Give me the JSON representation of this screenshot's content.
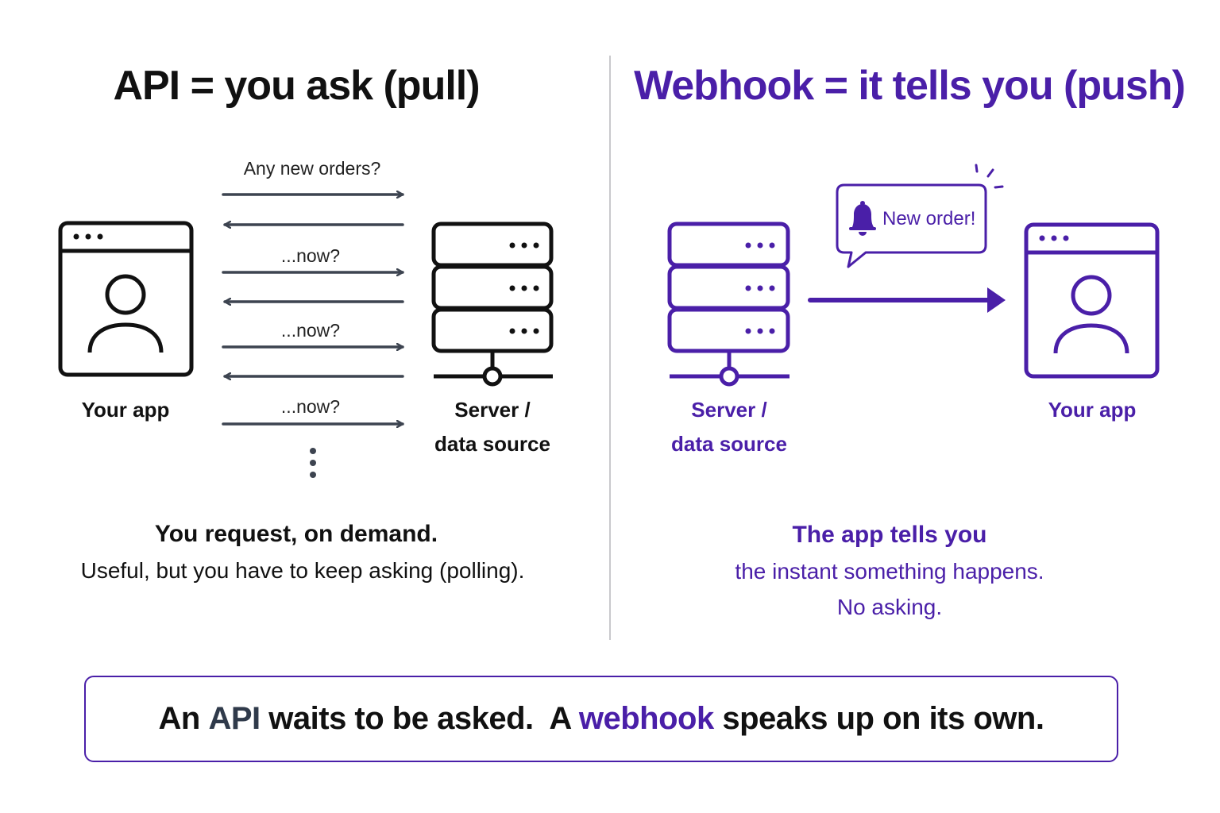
{
  "left": {
    "title": "API = you ask (pull)",
    "messages": [
      "Any new orders?",
      "...now?",
      "...now?",
      "...now?"
    ],
    "app_label": "Your app",
    "server_label_line1": "Server /",
    "server_label_line2": "data source",
    "caption_bold": "You request, on demand.",
    "caption_regular": "Useful, but you have to keep asking (polling)."
  },
  "right": {
    "title": "Webhook = it tells you (push)",
    "bubble_text": "New order!",
    "server_label_line1": "Server /",
    "server_label_line2": "data source",
    "app_label": "Your app",
    "caption_bold": "The app tells you",
    "caption_line2": "the instant something happens.",
    "caption_line3": "No asking."
  },
  "banner": {
    "part1": "An ",
    "api": "API",
    "part2": " waits to be asked.  A ",
    "webhook": "webhook",
    "part3": " speaks up on its own."
  },
  "colors": {
    "dark": "#111111",
    "arrow_gray": "#3d4450",
    "purple": "#4a1fa8",
    "divider": "#c9c9cc"
  },
  "icons": [
    "browser-window-icon",
    "user-icon",
    "server-stack-icon",
    "bell-icon",
    "speech-bubble-icon",
    "notification-sparkle-icon",
    "ellipsis-vertical-icon"
  ]
}
